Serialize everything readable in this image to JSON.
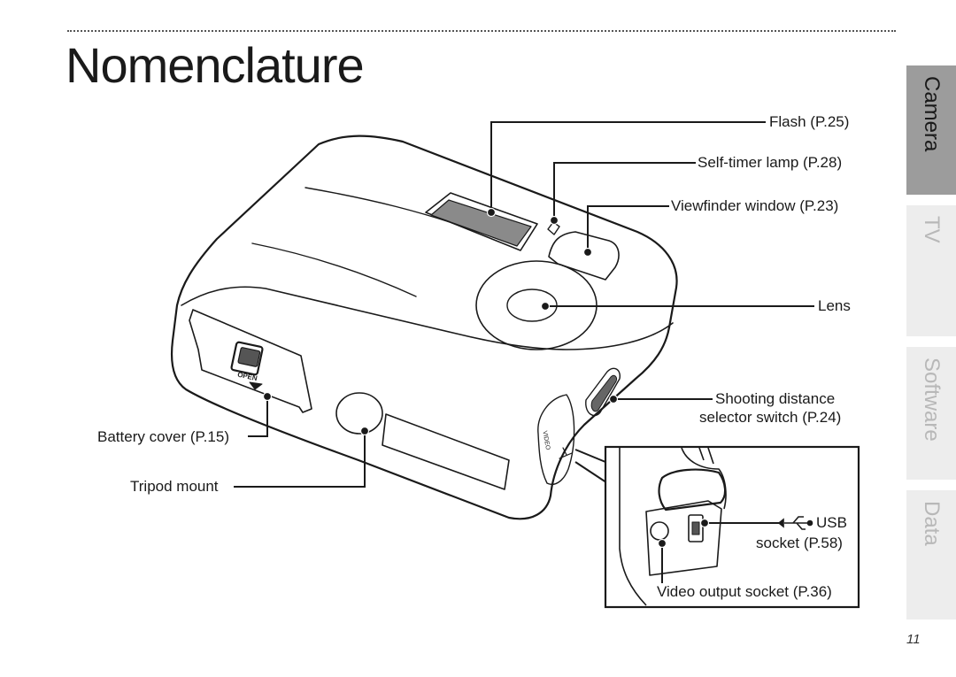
{
  "page": {
    "title": "Nomenclature",
    "page_number": "11"
  },
  "side_tabs": [
    {
      "label": "Camera",
      "active": true
    },
    {
      "label": "TV",
      "active": false
    },
    {
      "label": "Software",
      "active": false
    },
    {
      "label": "Data",
      "active": false
    }
  ],
  "callouts": {
    "flash": "Flash (P.25)",
    "self_timer": "Self-timer lamp (P.28)",
    "viewfinder": "Viewfinder window (P.23)",
    "lens": "Lens",
    "shooting_distance_1": "Shooting distance",
    "shooting_distance_2": "selector switch (P.24)",
    "battery_cover": "Battery cover (P.15)",
    "tripod": "Tripod mount",
    "usb_1": "USB",
    "usb_2": "socket (P.58)",
    "video_output": "Video output socket (P.36)"
  },
  "camera_markings": {
    "open": "OPEN",
    "video": "VIDEO"
  },
  "colors": {
    "active_tab": "#9c9c9c",
    "inactive_tab": "#ededed",
    "inactive_tab_text": "#b8b8b8"
  }
}
